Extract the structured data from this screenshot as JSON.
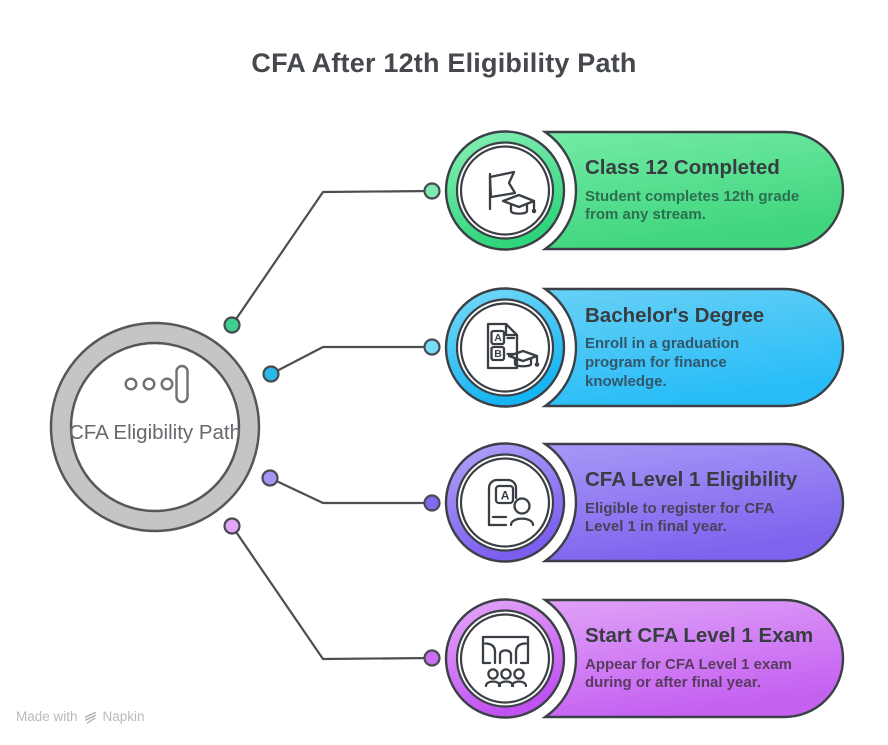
{
  "title": "CFA After 12th Eligibility Path",
  "center": {
    "label": "CFA Eligibility Path"
  },
  "cards": [
    {
      "title": "Class 12 Completed",
      "description": "Student completes 12th grade from any stream.",
      "icon": "flag-graduation-icon",
      "colors": {
        "pill_from": "#74eba6",
        "pill_to": "#3fd57d",
        "ring_from": "#8af0b8",
        "ring_to": "#2fd57b",
        "desc_text": "#2c6f50",
        "dot_near": "#3ecf8e",
        "dot_far": "#7fe9b4"
      }
    },
    {
      "title": "Bachelor's Degree",
      "description": "Enroll in a graduation program for finance knowledge.",
      "icon": "degree-document-icon",
      "glyphs": [
        "A",
        "B"
      ],
      "colors": {
        "pill_from": "#68d0f6",
        "pill_to": "#28bdf7",
        "ring_from": "#79dbf8",
        "ring_to": "#15b4f2",
        "desc_text": "#34566b",
        "dot_near": "#2bb8ea",
        "dot_far": "#77dcf8"
      }
    },
    {
      "title": "CFA Level 1 Eligibility",
      "description": "Eligible to register for CFA Level 1 in final year.",
      "icon": "id-card-person-icon",
      "glyphs": [
        "A"
      ],
      "colors": {
        "pill_from": "#a898f6",
        "pill_to": "#7f63ee",
        "ring_from": "#b3a4f7",
        "ring_to": "#7c5ef0",
        "desc_text": "#474259",
        "dot_near": "#a596f5",
        "dot_far": "#8168ef"
      }
    },
    {
      "title": "Start CFA Level 1 Exam",
      "description": "Appear for CFA Level 1 exam during or after final year.",
      "icon": "exam-hall-icon",
      "colors": {
        "pill_from": "#dfa2f7",
        "pill_to": "#c561f1",
        "ring_from": "#e5aaf8",
        "ring_to": "#c052f2",
        "desc_text": "#593a60",
        "dot_near": "#e2a4f4",
        "dot_far": "#cb6ef2"
      }
    }
  ],
  "footer": {
    "made_with": "Made with",
    "brand": "Napkin"
  }
}
